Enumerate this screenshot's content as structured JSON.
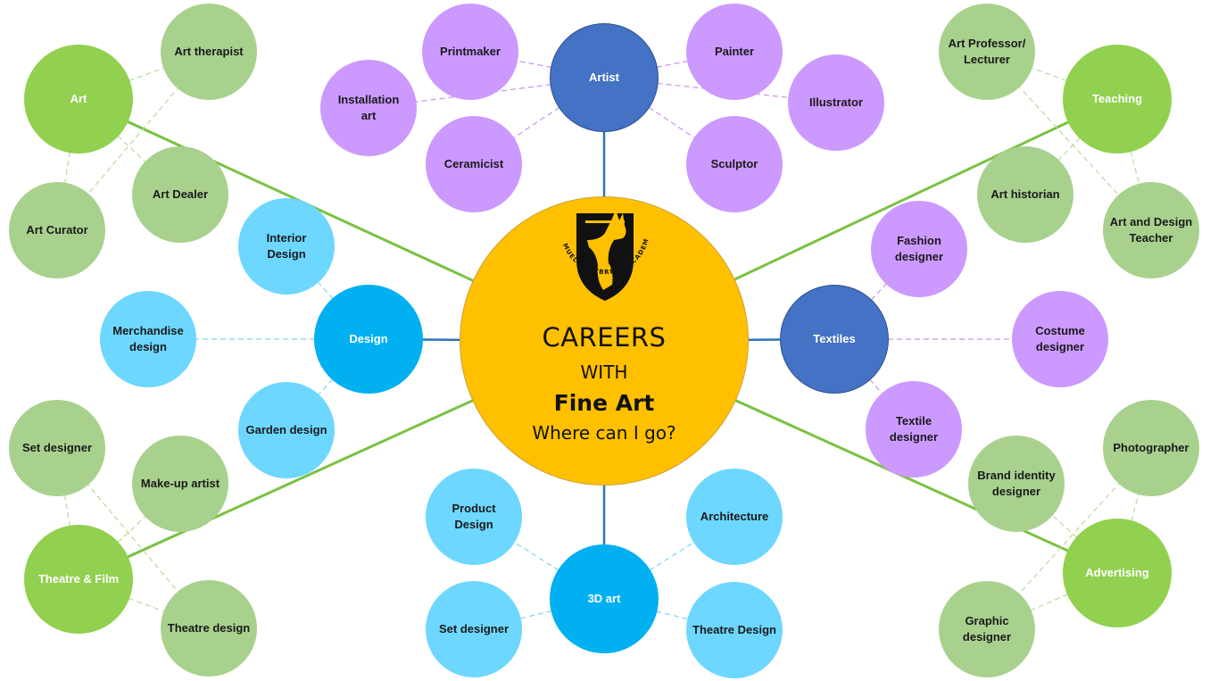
{
  "center": {
    "title": "CAREERS",
    "with": "WITH",
    "subject": "Fine Art",
    "question": "Where can I go?",
    "logo_text": "SAMUEL WHITBREAD ACADEMY",
    "logo_icon": "kangaroo-crest-icon"
  },
  "colors": {
    "center": "#FFC000",
    "hub_green": "#92D050",
    "leaf_green": "#A9D18E",
    "hub_blue": "#4472C4",
    "hub_cyan": "#00B0F0",
    "leaf_purple": "#CC99FF",
    "leaf_cyan": "#6DD7FF",
    "line_blue": "#2E75B6",
    "line_green": "#7AC142"
  },
  "hubs": [
    {
      "id": "art",
      "label": "Art",
      "color": "#92D050"
    },
    {
      "id": "artist",
      "label": "Artist",
      "color": "#4472C4"
    },
    {
      "id": "teaching",
      "label": "Teaching",
      "color": "#92D050"
    },
    {
      "id": "design",
      "label": "Design",
      "color": "#00B0F0"
    },
    {
      "id": "textiles",
      "label": "Textiles",
      "color": "#4472C4"
    },
    {
      "id": "theatre",
      "label": "Theatre & Film",
      "color": "#92D050"
    },
    {
      "id": "threed",
      "label": "3D art",
      "color": "#00B0F0"
    },
    {
      "id": "advertising",
      "label": "Advertising",
      "color": "#92D050"
    }
  ],
  "leaves": [
    {
      "hub": "art",
      "label": "Art therapist",
      "color": "#A9D18E"
    },
    {
      "hub": "art",
      "label": "Art Dealer",
      "color": "#A9D18E"
    },
    {
      "hub": "art",
      "label": "Art Curator",
      "color": "#A9D18E"
    },
    {
      "hub": "artist",
      "label": "Printmaker",
      "color": "#CC99FF"
    },
    {
      "hub": "artist",
      "label": "Installation\nart",
      "color": "#CC99FF"
    },
    {
      "hub": "artist",
      "label": "Ceramicist",
      "color": "#CC99FF"
    },
    {
      "hub": "artist",
      "label": "Painter",
      "color": "#CC99FF"
    },
    {
      "hub": "artist",
      "label": "Illustrator",
      "color": "#CC99FF"
    },
    {
      "hub": "artist",
      "label": "Sculptor",
      "color": "#CC99FF"
    },
    {
      "hub": "teaching",
      "label": "Art Professor/\nLecturer",
      "color": "#A9D18E"
    },
    {
      "hub": "teaching",
      "label": "Art historian",
      "color": "#A9D18E"
    },
    {
      "hub": "teaching",
      "label": "Art and Design\nTeacher",
      "color": "#A9D18E"
    },
    {
      "hub": "design",
      "label": "Interior\nDesign",
      "color": "#6DD7FF"
    },
    {
      "hub": "design",
      "label": "Merchandise\ndesign",
      "color": "#6DD7FF"
    },
    {
      "hub": "design",
      "label": "Garden design",
      "color": "#6DD7FF"
    },
    {
      "hub": "textiles",
      "label": "Fashion\ndesigner",
      "color": "#CC99FF"
    },
    {
      "hub": "textiles",
      "label": "Costume\ndesigner",
      "color": "#CC99FF"
    },
    {
      "hub": "textiles",
      "label": "Textile designer",
      "color": "#CC99FF"
    },
    {
      "hub": "theatre",
      "label": "Set designer",
      "color": "#A9D18E"
    },
    {
      "hub": "theatre",
      "label": "Make-up artist",
      "color": "#A9D18E"
    },
    {
      "hub": "theatre",
      "label": "Theatre design",
      "color": "#A9D18E"
    },
    {
      "hub": "threed",
      "label": "Product Design",
      "color": "#6DD7FF"
    },
    {
      "hub": "threed",
      "label": "Set designer",
      "color": "#6DD7FF"
    },
    {
      "hub": "threed",
      "label": "Architecture",
      "color": "#6DD7FF"
    },
    {
      "hub": "threed",
      "label": "Theatre Design",
      "color": "#6DD7FF"
    },
    {
      "hub": "advertising",
      "label": "Photographer",
      "color": "#A9D18E"
    },
    {
      "hub": "advertising",
      "label": "Brand identity\ndesigner",
      "color": "#A9D18E"
    },
    {
      "hub": "advertising",
      "label": "Graphic designer",
      "color": "#A9D18E"
    }
  ]
}
